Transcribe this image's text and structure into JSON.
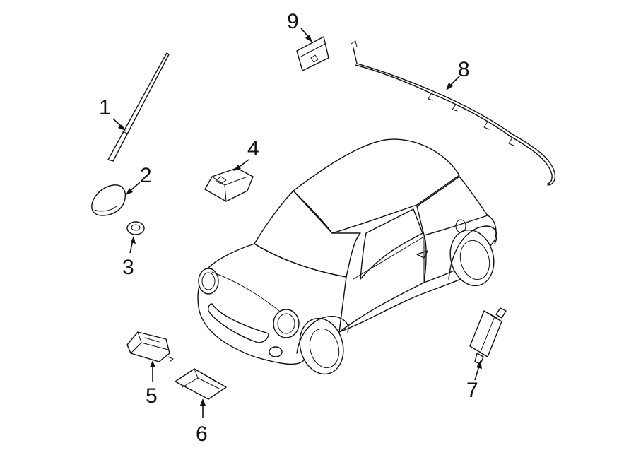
{
  "callouts": [
    {
      "id": "1",
      "label": "1"
    },
    {
      "id": "2",
      "label": "2"
    },
    {
      "id": "3",
      "label": "3"
    },
    {
      "id": "4",
      "label": "4"
    },
    {
      "id": "5",
      "label": "5"
    },
    {
      "id": "6",
      "label": "6"
    },
    {
      "id": "7",
      "label": "7"
    },
    {
      "id": "8",
      "label": "8"
    },
    {
      "id": "9",
      "label": "9"
    }
  ],
  "colors": {
    "ink": "#111111",
    "background": "#ffffff"
  }
}
